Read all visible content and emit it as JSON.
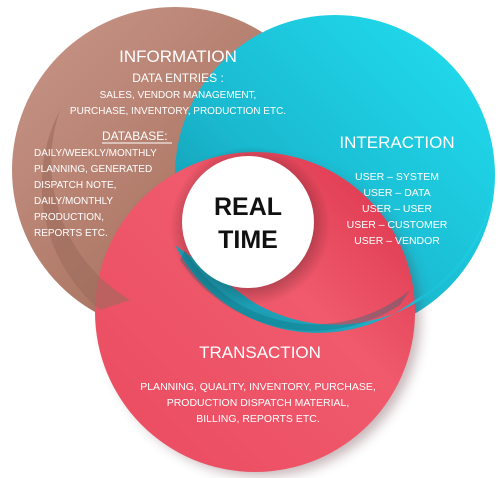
{
  "center": {
    "line1": "REAL",
    "line2": "TIME"
  },
  "information": {
    "title": "INFORMATION",
    "data_entries_heading": "DATA ENTRIES :",
    "data_entries_lines": [
      "SALES, VENDOR MANAGEMENT,",
      "PURCHASE, INVENTORY, PRODUCTION ETC."
    ],
    "database_heading": "DATABASE:",
    "database_lines": [
      "DAILY/WEEKLY/MONTHLY",
      "PLANNING, GENERATED",
      "DISPATCH NOTE,",
      "DAILY/MONTHLY",
      "PRODUCTION,",
      "REPORTS ETC."
    ],
    "color": "#b07a68"
  },
  "interaction": {
    "title": "INTERACTION",
    "lines": [
      "USER – SYSTEM",
      "USER – DATA",
      "USER – USER",
      "USER – CUSTOMER",
      "USER – VENDOR"
    ],
    "color": "#1fc0d8"
  },
  "transaction": {
    "title": "TRANSACTION",
    "lines": [
      "PLANNING, QUALITY, INVENTORY, PURCHASE,",
      "PRODUCTION DISPATCH MATERIAL,",
      "BILLING, REPORTS ETC."
    ],
    "color": "#ee4f66"
  }
}
